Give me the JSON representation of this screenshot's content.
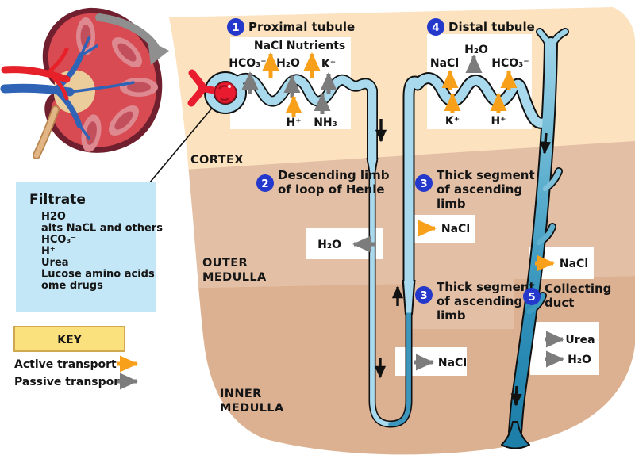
{
  "colors": {
    "active_transport": "#F9A01B",
    "passive_transport": "#7C7C7C",
    "flow_arrow": "#111111",
    "callout_blue": "#2438CC",
    "cortex": "#FCE2BE",
    "outer_medulla": "#E3BFA5",
    "inner_medulla": "#DCB192",
    "tubule_light": "#A9D9EC",
    "tubule_dark": "#2F8FB8",
    "filtrate_bg": "#C3E7F6",
    "key_bg": "#FBE07E"
  },
  "regions": {
    "cortex": "CORTEX",
    "outer_line1": "OUTER",
    "outer_line2": "MEDULLA",
    "inner_line1": "INNER",
    "inner_line2": "MEDULLA"
  },
  "filtrate": {
    "title": "Filtrate",
    "items": [
      "H2O",
      "alts NaCL and others",
      "HCO₃⁻",
      "H⁺",
      "Urea",
      "Lucose amino acids",
      "ome drugs"
    ]
  },
  "key": {
    "title": "KEY",
    "active_label": "Active transport",
    "passive_label": "Passive transport"
  },
  "callouts": {
    "c1": {
      "number": "1",
      "label": "Proximal tubule"
    },
    "c2": {
      "number": "2",
      "label_line1": "Descending limb",
      "label_line2": "of loop of Henle"
    },
    "c3a": {
      "number": "3",
      "label_line1": "Thick segment",
      "label_line2": "of ascending",
      "label_line3": "limb"
    },
    "c3b": {
      "number": "3",
      "label_line1": "Thick segment",
      "label_line2": "of ascending",
      "label_line3": "limb"
    },
    "c4": {
      "number": "4",
      "label": "Distal tubule"
    },
    "c5": {
      "number": "5",
      "label_line1": "Collecting",
      "label_line2": "duct"
    }
  },
  "proximal_exchange": {
    "nacl": "NaCl",
    "nutrients": "Nutrients",
    "hco3": "HCO₃⁻",
    "h2o": "H₂O",
    "k": "K⁺",
    "h": "H⁺",
    "nh3": "NH₃"
  },
  "distal_exchange": {
    "h2o": "H₂O",
    "nacl": "NaCl",
    "hco3": "HCO₃⁻",
    "k": "K⁺",
    "h": "H⁺"
  },
  "loop_exchange": {
    "descending_h2o": "H₂O",
    "ascending_nacl_upper": "NaCl",
    "ascending_nacl_lower": "NaCl"
  },
  "duct_exchange": {
    "nacl": "NaCl",
    "urea": "Urea",
    "h2o": "H₂O"
  }
}
